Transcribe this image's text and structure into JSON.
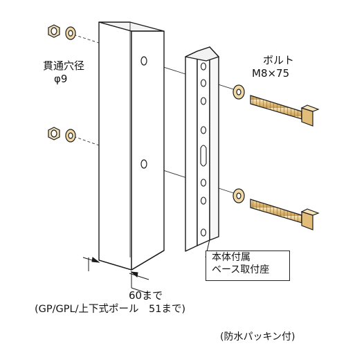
{
  "labels": {
    "hole_title": "貫通穴径",
    "hole_dia": "φ9",
    "bolt_title": "ボルト",
    "bolt_size": "M8×75",
    "base_line1": "本体付属",
    "base_line2": "ベース取付座",
    "dim_max": "60まで",
    "dim_note": "(GP/GPL/上下式ポール　51まで)",
    "packing_note": "(防水パッキン付)"
  },
  "colors": {
    "line": "#1a1a1a",
    "bolt_fill": "#e8c98a",
    "washer_fill": "#f2d9a8",
    "nut_fill": "#f0dfb8",
    "post_fill": "#ffffff",
    "post_top": "#f4f4f4"
  }
}
